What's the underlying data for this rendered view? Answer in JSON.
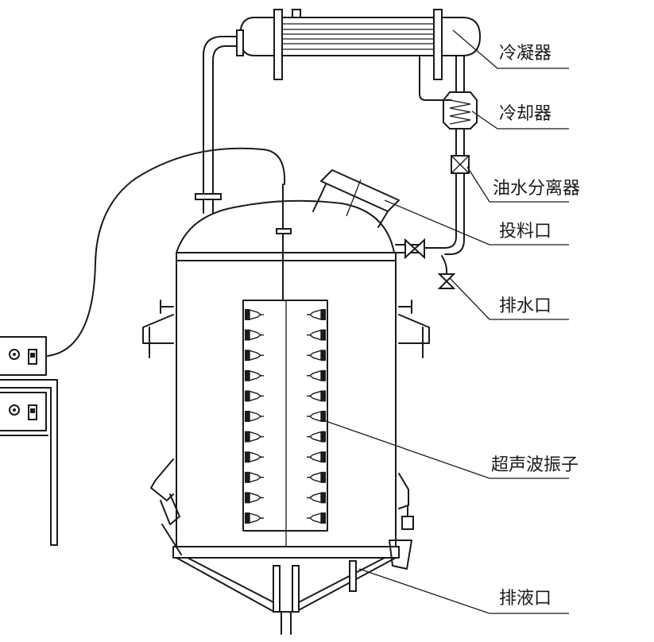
{
  "labels": {
    "condenser": "冷凝器",
    "cooler": "冷却器",
    "oil_water_separator": "油水分离器",
    "feed_port": "投料口",
    "water_drain": "排水口",
    "ultrasonic_transducer": "超声波振子",
    "liquid_drain": "排液口"
  },
  "generator_count": 2,
  "transducers_per_column": 11
}
